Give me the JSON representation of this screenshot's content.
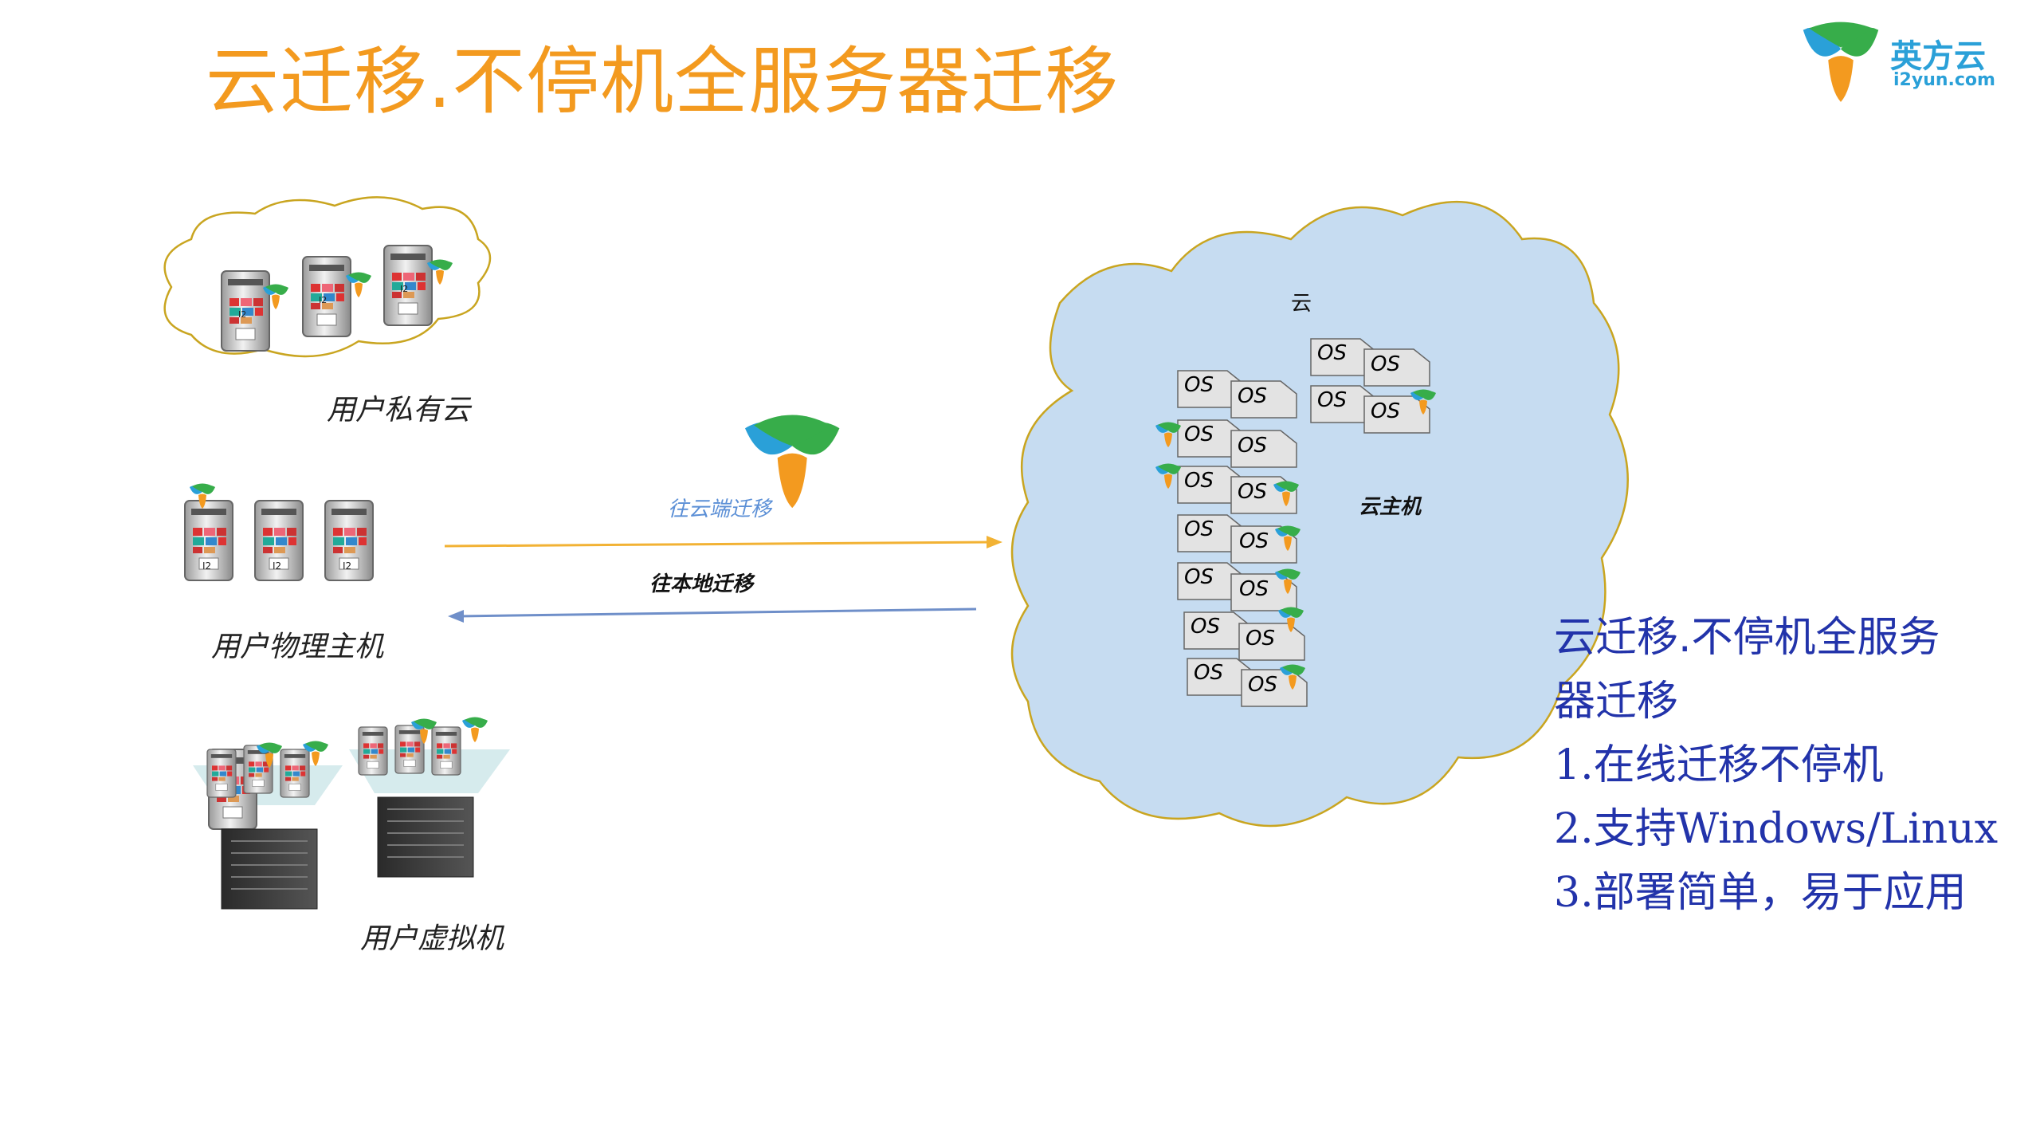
{
  "title": "云迁移.不停机全服务器迁移",
  "brand": {
    "name": "英方云",
    "url": "i2yun.com"
  },
  "colors": {
    "title": "#f39a1f",
    "panel_text": "#2233aa",
    "cloud_fill": "#c6dcf1",
    "arrow_forward": "#f2b234",
    "arrow_back": "#6f8fc9"
  },
  "sources": {
    "private_cloud": "用户私有云",
    "physical_host": "用户物理主机",
    "virtual_machine": "用户虚拟机"
  },
  "server_label": "I2",
  "arrows": {
    "to_cloud": "往云端迁移",
    "to_local": "往本地迁移"
  },
  "cloud": {
    "label": "云",
    "host_label": "云主机",
    "os_label": "OS"
  },
  "panel": {
    "heading_line1": "云迁移.不停机全服务",
    "heading_line2": "器迁移",
    "items": [
      {
        "num": "1.",
        "text": "在线迁移不停机"
      },
      {
        "num": "2.",
        "text": "支持",
        "latin": "Windows/Linux"
      },
      {
        "num": "3.",
        "text": "部署简单，易于应用"
      }
    ]
  }
}
